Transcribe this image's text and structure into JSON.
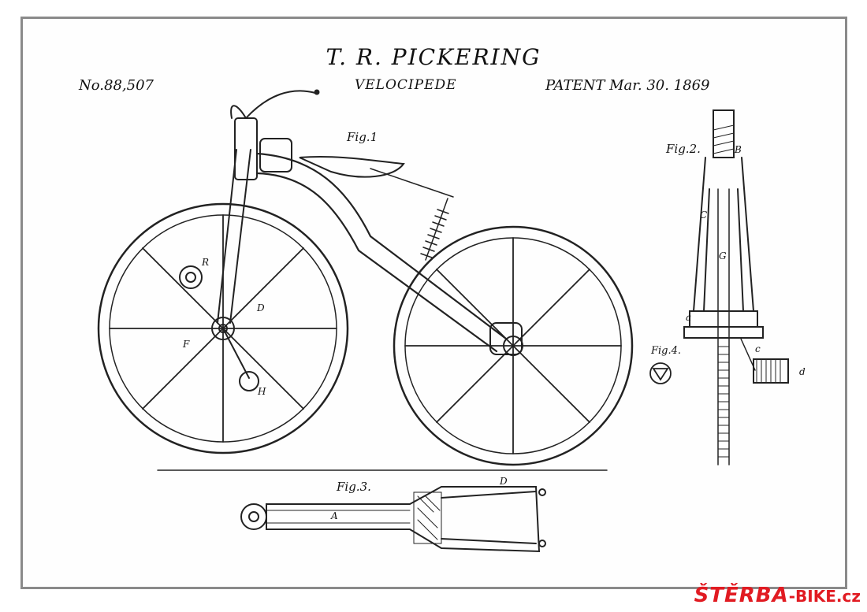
{
  "header": {
    "title": "T. R. PICKERING",
    "patent_number": "No.88,507",
    "invention": "VELOCIPEDE",
    "patent_date": "PATENT Mar. 30. 1869"
  },
  "figures": {
    "fig1": "Fig.1",
    "fig2": "Fig.2.",
    "fig3": "Fig.3.",
    "fig4": "Fig.4."
  },
  "labels": {
    "R": "R",
    "D": "D",
    "F": "F",
    "H": "H",
    "B": "B",
    "G": "G",
    "C": "C",
    "a": "a",
    "c": "c",
    "d": "d",
    "A": "A"
  },
  "watermark": {
    "brand": "ŠTĚRBA",
    "suffix": "-BIKE.cz"
  }
}
